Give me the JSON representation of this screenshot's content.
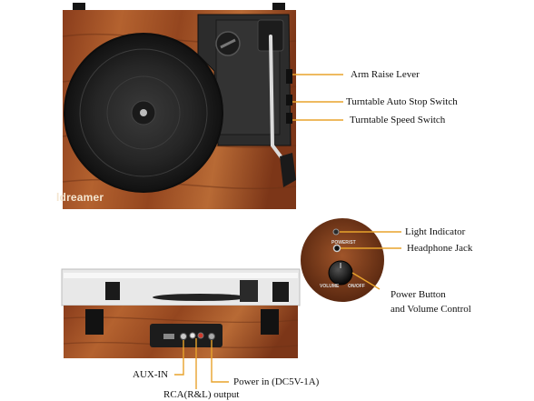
{
  "brand": "ldreamer",
  "panel_labels": {
    "power_st": "POWER/ST",
    "volume": "VOLUME",
    "on_off": "ON/OFF"
  },
  "labels": {
    "arm_raise_lever": "Arm Raise Lever",
    "auto_stop_switch": "Turntable Auto Stop Switch",
    "speed_switch": "Turntable Speed Switch",
    "light_indicator": "Light Indicator",
    "headphone_jack": "Headphone Jack",
    "power_button_line1": "Power Button",
    "power_button_line2": "and Volume Control",
    "aux_in": "AUX-IN",
    "rca_output": "RCA(R&L) output",
    "power_in": "Power in (DC5V-1A)"
  },
  "colors": {
    "wood": "#a0522a",
    "wood_dark": "#6b3216",
    "plinth": "#1a1a1a",
    "callout": "#e8a32c",
    "platter": "#262626",
    "label_text": "#111111"
  }
}
